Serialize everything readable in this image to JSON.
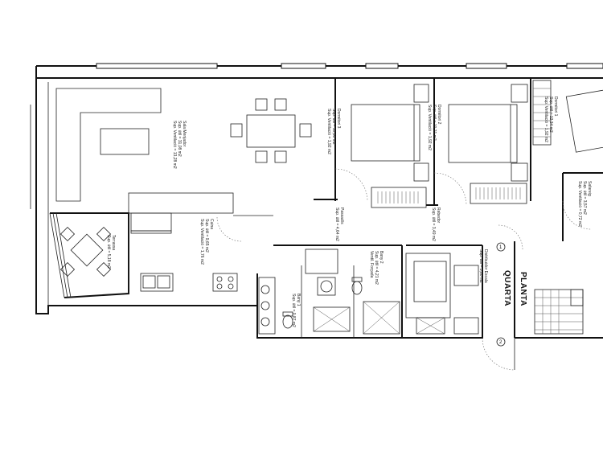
{
  "plan": {
    "level_label": [
      "PLANTA",
      "QUARTA"
    ],
    "stair_marks": [
      "1",
      "2"
    ],
    "rooms": [
      {
        "id": "sala",
        "lines": [
          "Sala Menjador",
          "Sup. útil = 31,08 m2",
          "Sup. Ventilació = 13,28 m2"
        ]
      },
      {
        "id": "dormitori3",
        "lines": [
          "Dormitori 3",
          "Sup. útil = 10,80 m2",
          "Sup. Ventilació = 1,92 m2"
        ]
      },
      {
        "id": "dormitori2",
        "lines": [
          "Dormitori 2",
          "Sup. útil = 10,21 m2",
          "Sup. Ventilació = 1,92 m2"
        ]
      },
      {
        "id": "dormitori1",
        "lines": [
          "Dormitori 1",
          "Sup. útil = 12,34 m2",
          "Sup. Ventilació = 1,92 m2"
        ]
      },
      {
        "id": "cuina",
        "lines": [
          "Cuina",
          "Sup. útil = 9,65 m2",
          "Sup. Ventilació = 1,76 m2"
        ]
      },
      {
        "id": "passadis",
        "lines": [
          "Passadís",
          "Sup. útil = 4,64 m2"
        ]
      },
      {
        "id": "rebedor",
        "lines": [
          "Rebedor",
          "Sup. útil = 3,49 m2"
        ]
      },
      {
        "id": "safareig",
        "lines": [
          "Safareig",
          "Sup. útil = 3,57 m2",
          "Sup. Ventilació = 0,72 m2"
        ]
      },
      {
        "id": "banyo2",
        "lines": [
          "Bany 2",
          "Sup. útil = 4,21 m2",
          "Ventil. Forçada"
        ]
      },
      {
        "id": "banyo1",
        "lines": [
          "Bany 1",
          "Sup. útil = 0,87 m2"
        ]
      },
      {
        "id": "distribuidor",
        "lines": [
          "Distribuidor Escala",
          "Sup. útil = 5,80 m2"
        ]
      },
      {
        "id": "terrassa",
        "lines": [
          "Terrassa",
          "Sup. útil = 5,18 m2"
        ]
      }
    ]
  }
}
